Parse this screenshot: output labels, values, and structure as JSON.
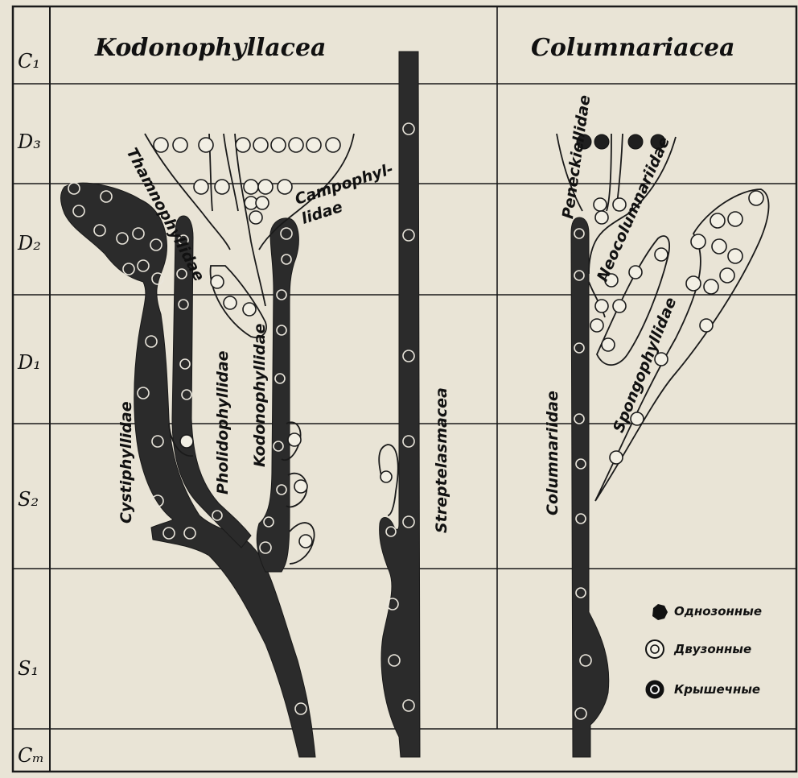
{
  "superfamilies": {
    "left": "Kodonophyllacea",
    "right": "Columnariacea"
  },
  "periods": [
    "C₁",
    "D₃",
    "D₂",
    "D₁",
    "S₂",
    "S₁",
    "Cₘ"
  ],
  "families": {
    "cystiphyllidae": "Cystiphyllidae",
    "tham": "Thamnophyllidae",
    "campo_1": "Campophyl-",
    "campo_2": "lidae",
    "pholido": "Pholidophyllidae",
    "kodono": "Kodonophyllidae",
    "strepte": "Streptelasmacea",
    "penecke": "Peneckiellidae",
    "neocol": "Neocolumnariidae",
    "spongo": "Spongophyllidae",
    "columnariidae": "Columnariidae"
  },
  "legend": [
    {
      "label": "Однозонные",
      "type": "single"
    },
    {
      "label": "Двузонные",
      "type": "double"
    },
    {
      "label": "Крышечные",
      "type": "lid"
    }
  ]
}
